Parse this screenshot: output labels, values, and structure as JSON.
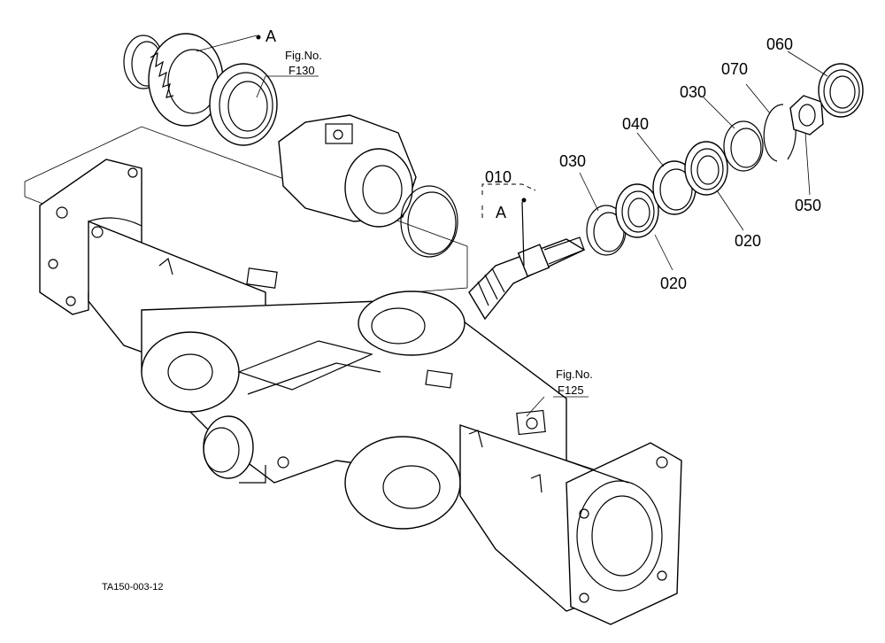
{
  "diagram": {
    "callouts": {
      "ref_a_top": "A",
      "ref_a_mid": "A",
      "p010": "010",
      "p020a": "020",
      "p020b": "020",
      "p030a": "030",
      "p030b": "030",
      "p040": "040",
      "p050": "050",
      "p060": "060",
      "p070": "070"
    },
    "fig_refs": [
      {
        "label": "Fig.No.",
        "number": "F130"
      },
      {
        "label": "Fig.No.",
        "number": "F125"
      }
    ],
    "drawing_code": "TA150-003-12"
  }
}
